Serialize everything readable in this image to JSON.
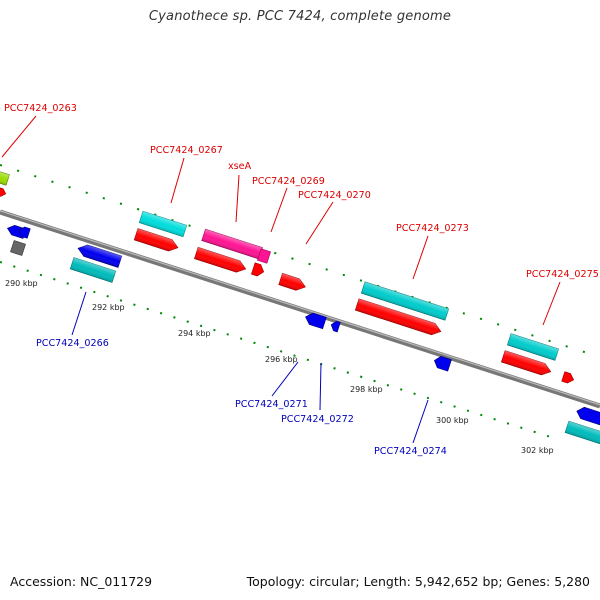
{
  "title": "Cyanothece sp. PCC 7424, complete genome",
  "footer": {
    "accession": "Accession: NC_011729",
    "summary": "Topology: circular; Length: 5,942,652 bp; Genes: 5,280"
  },
  "colors": {
    "forward_label": "#dd0000",
    "reverse_label": "#0000bb",
    "backbone": "#777777",
    "tick": "#008800",
    "cds_forward": "#ff0000",
    "gene_forward": "#00cccc",
    "cds_reverse": "#0000ee",
    "gene_reverse": "#00bbbb",
    "rna_forward": "#ff1493",
    "misc": "#666666",
    "partial_gene": "#99dd00"
  },
  "scale": {
    "kbp_labels": [
      "290 kbp",
      "292 kbp",
      "294 kbp",
      "296 kbp",
      "298 kbp",
      "300 kbp",
      "302 kbp"
    ]
  },
  "labels": {
    "forward": [
      "PCC7424_0263",
      "PCC7424_0267",
      "xseA",
      "PCC7424_0269",
      "PCC7424_0270",
      "PCC7424_0273",
      "PCC7424_0275"
    ],
    "reverse": [
      "PCC7424_0266",
      "PCC7424_0271",
      "PCC7424_0272",
      "PCC7424_0274"
    ]
  }
}
